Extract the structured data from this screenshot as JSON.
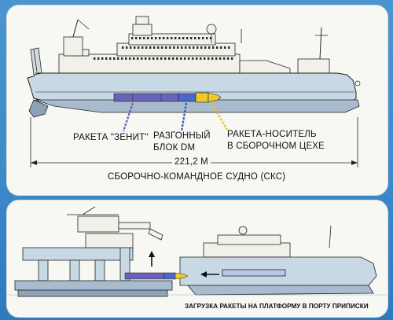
{
  "top_panel": {
    "labels": {
      "zenit": "РАКЕТА \"ЗЕНИТ\"",
      "dm_line1": "РАЗГОННЫЙ",
      "dm_line2": "БЛОК DM",
      "carrier_line1": "РАКЕТА-НОСИТЕЛЬ",
      "carrier_line2": "В СБОРОЧНОМ ЦЕХЕ",
      "length": "221,2 М",
      "ship_name": "СБОРОЧНО-КОМАНДНОЕ СУДНО (СКС)"
    }
  },
  "bottom_panel": {
    "caption": "ЗАГРУЗКА РАКЕТЫ НА ПЛАТФОРМУ В ПОРТУ ПРИПИСКИ"
  },
  "colors": {
    "background": "#3f8bcb",
    "panel": "#f7f8f3",
    "hull": "#c9d8e5",
    "hull_dark": "#a8bccd",
    "outline": "#222222",
    "rocket_stage1": "#6a62b8",
    "rocket_dm": "#4a68c8",
    "rocket_payload": "#f0c928",
    "callout_zenit": "#6a62b8",
    "callout_dm": "#3b5bb8",
    "callout_carrier": "#f0c020"
  }
}
